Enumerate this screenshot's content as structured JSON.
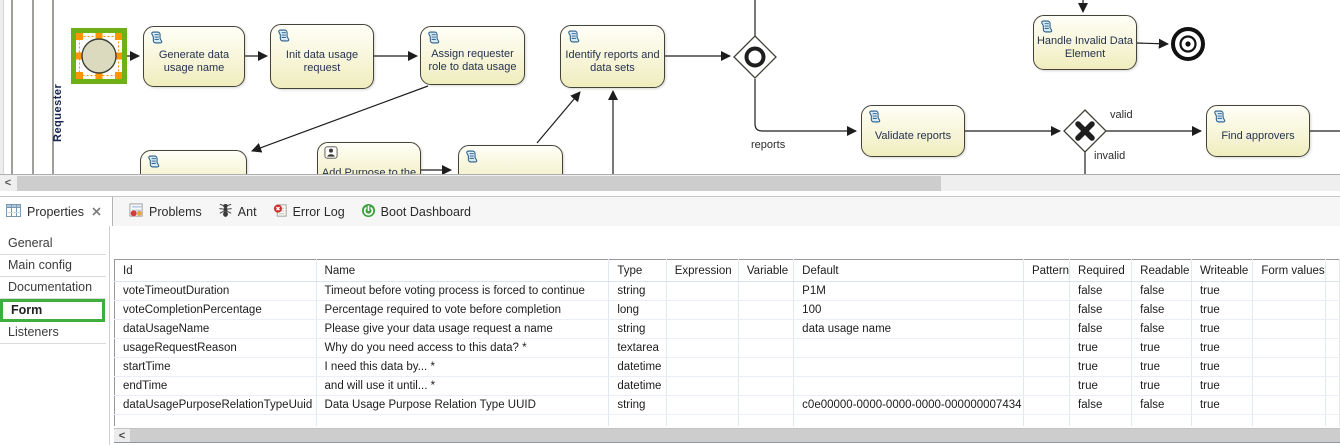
{
  "colors": {
    "selection_green": "#6db117",
    "selection_handle_orange": "#ff9500",
    "form_highlight_green": "#3eae3e",
    "task_fill_bottom": "#f0edbe",
    "boot_dashboard_green": "#3fa142",
    "error_log_red": "#cf2f2f"
  },
  "icons": {
    "chevron_left": "<"
  },
  "diagram": {
    "lane_label": "Requester",
    "tasks": {
      "generate": "Generate data usage name",
      "init": "Init data usage request",
      "assign": "Assign requester role to data usage",
      "identify": "Identify reports and data sets",
      "validate": "Validate reports",
      "find_approvers": "Find approvers",
      "handle_invalid": "Handle Invalid Data Element",
      "add_purpose": "Add Purpose to the"
    },
    "edge_labels": {
      "reports": "reports",
      "valid": "valid",
      "invalid": "invalid"
    }
  },
  "views": {
    "properties_label": "Properties",
    "problems_label": "Problems",
    "ant_label": "Ant",
    "error_log_label": "Error Log",
    "boot_dashboard_label": "Boot Dashboard"
  },
  "sidebar": {
    "items": [
      {
        "label": "General"
      },
      {
        "label": "Main config"
      },
      {
        "label": "Documentation"
      },
      {
        "label": "Form"
      },
      {
        "label": "Listeners"
      }
    ]
  },
  "form_table": {
    "columns": [
      "Id",
      "Name",
      "Type",
      "Expression",
      "Variable",
      "Default",
      "Pattern",
      "Required",
      "Readable",
      "Writeable",
      "Form values"
    ],
    "rows": [
      {
        "id": "voteTimeoutDuration",
        "name": "Timeout before voting process is forced to continue",
        "type": "string",
        "expression": "",
        "variable": "",
        "default": "P1M",
        "pattern": "",
        "required": "false",
        "readable": "false",
        "writeable": "true",
        "form_values": ""
      },
      {
        "id": "voteCompletionPercentage",
        "name": "Percentage required to vote before completion",
        "type": "long",
        "expression": "",
        "variable": "",
        "default": "100",
        "pattern": "",
        "required": "false",
        "readable": "false",
        "writeable": "true",
        "form_values": ""
      },
      {
        "id": "dataUsageName",
        "name": "Please give your data usage request a name",
        "type": "string",
        "expression": "",
        "variable": "",
        "default": "data usage name",
        "pattern": "",
        "required": "false",
        "readable": "false",
        "writeable": "true",
        "form_values": ""
      },
      {
        "id": "usageRequestReason",
        "name": "Why do you need access to this data? *",
        "type": "textarea",
        "expression": "",
        "variable": "",
        "default": "",
        "pattern": "",
        "required": "true",
        "readable": "true",
        "writeable": "true",
        "form_values": ""
      },
      {
        "id": "startTime",
        "name": "I need this data by... *",
        "type": "datetime",
        "expression": "",
        "variable": "",
        "default": "",
        "pattern": "",
        "required": "true",
        "readable": "true",
        "writeable": "true",
        "form_values": ""
      },
      {
        "id": "endTime",
        "name": "and will use it until... *",
        "type": "datetime",
        "expression": "",
        "variable": "",
        "default": "",
        "pattern": "",
        "required": "true",
        "readable": "true",
        "writeable": "true",
        "form_values": ""
      },
      {
        "id": "dataUsagePurposeRelationTypeUuid",
        "name": "Data Usage Purpose Relation Type UUID",
        "type": "string",
        "expression": "",
        "variable": "",
        "default": "c0e00000-0000-0000-0000-000000007434",
        "pattern": "",
        "required": "false",
        "readable": "false",
        "writeable": "true",
        "form_values": ""
      }
    ]
  }
}
